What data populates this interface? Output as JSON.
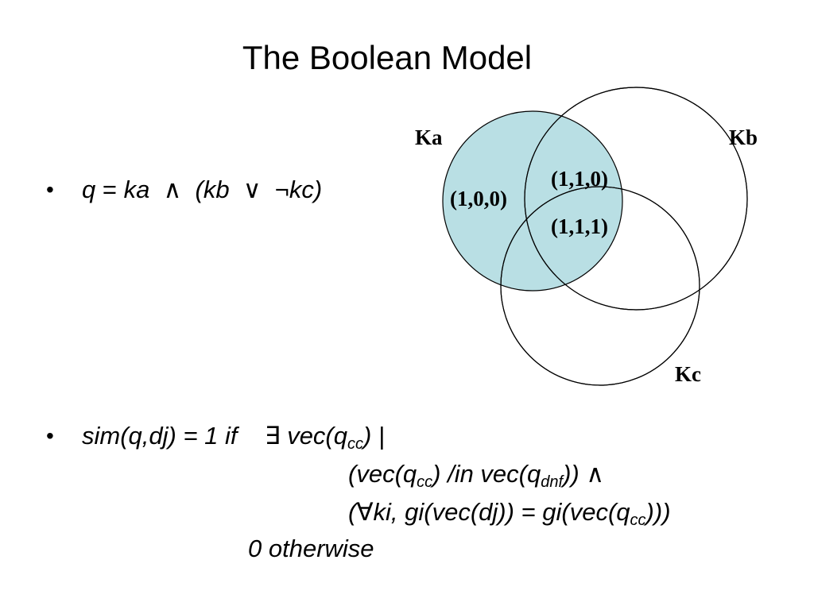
{
  "slide": {
    "title": "The Boolean Model"
  },
  "query": {
    "bullet": "•",
    "q": "q",
    "eq": " = ",
    "ka": "ka",
    "and": "∧",
    "lparen": "(",
    "kb": "kb",
    "or": "∨",
    "not": "¬",
    "kc": "kc",
    "rparen": ")"
  },
  "diagram": {
    "labels": {
      "ka": "Ka",
      "kb": "Kb",
      "kc": "Kc"
    },
    "regions": {
      "r100": "(1,0,0)",
      "r110": "(1,1,0)",
      "r111": "(1,1,1)"
    },
    "colors": {
      "highlight": "#b9dfe4",
      "stroke": "#000000"
    }
  },
  "similarity": {
    "bullet": "•",
    "line1_a": "sim(q,dj) = 1  if",
    "exists": "∃",
    "line1_b": " vec(q",
    "sub_cc": "cc",
    "line1_c": ") |",
    "line2_a": "(vec(q",
    "line2_b": ") /in  vec(q",
    "sub_dnf": "dnf",
    "line2_c": "))",
    "and": "∧",
    "line3_a": "(",
    "forall": "∀",
    "line3_b": "ki, gi(vec(dj)) = gi(vec(q",
    "line3_c": ")))",
    "line4": "0  otherwise"
  }
}
